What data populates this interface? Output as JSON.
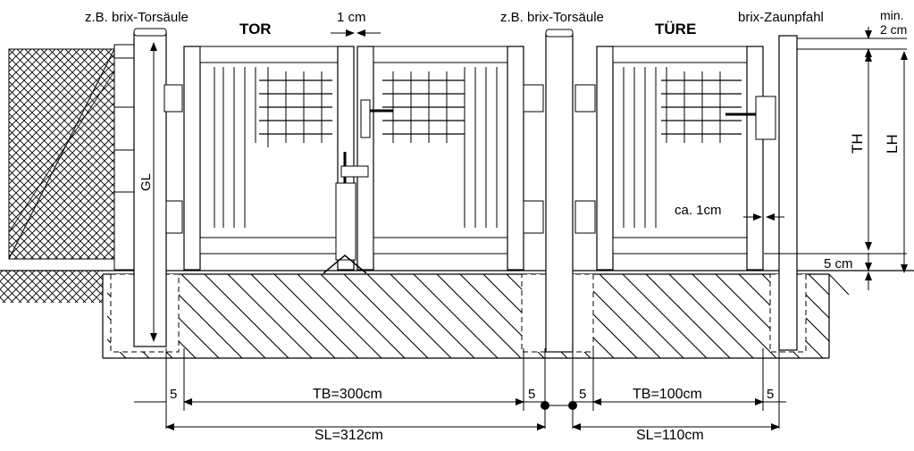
{
  "labels": {
    "post_left": "z.B. brix-Torsäule",
    "post_mid": "z.B. brix-Torsäule",
    "fence_post": "brix-Zaunpfahl",
    "gate": "TOR",
    "door": "TÜRE",
    "gap_center": "1 cm",
    "min_top": "min.",
    "min_value": "2 cm",
    "th": "TH",
    "lh": "LH",
    "gl": "GL",
    "gap_lock": "ca. 1cm",
    "ground_gap": "5 cm"
  },
  "dimensions": {
    "five_1": "5",
    "tb_gate": "TB=300cm",
    "five_2": "5",
    "five_3": "5",
    "tb_door": "TB=100cm",
    "five_4": "5",
    "sl_gate": "SL=312cm",
    "sl_door": "SL=110cm"
  }
}
